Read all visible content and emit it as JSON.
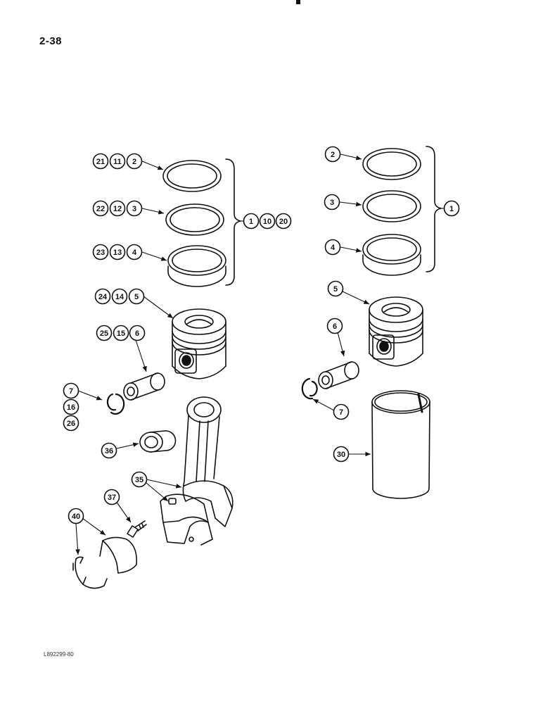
{
  "page": {
    "number": "2-38",
    "figure_code": "L892299-80"
  },
  "callouts": [
    {
      "id": "c21",
      "label": "21"
    },
    {
      "id": "c11a",
      "label": "11"
    },
    {
      "id": "c2a",
      "label": "2"
    },
    {
      "id": "c22",
      "label": "22"
    },
    {
      "id": "c12",
      "label": "12"
    },
    {
      "id": "c3a",
      "label": "3"
    },
    {
      "id": "c23",
      "label": "23"
    },
    {
      "id": "c13",
      "label": "13"
    },
    {
      "id": "c4a",
      "label": "4"
    },
    {
      "id": "c1a",
      "label": "1"
    },
    {
      "id": "c10",
      "label": "10"
    },
    {
      "id": "c20",
      "label": "20"
    },
    {
      "id": "c24",
      "label": "24"
    },
    {
      "id": "c14",
      "label": "14"
    },
    {
      "id": "c5a",
      "label": "5"
    },
    {
      "id": "c25",
      "label": "25"
    },
    {
      "id": "c15",
      "label": "15"
    },
    {
      "id": "c6a",
      "label": "6"
    },
    {
      "id": "c7a",
      "label": "7"
    },
    {
      "id": "c16",
      "label": "16"
    },
    {
      "id": "c26",
      "label": "26"
    },
    {
      "id": "c36",
      "label": "36"
    },
    {
      "id": "c35",
      "label": "35"
    },
    {
      "id": "c37",
      "label": "37"
    },
    {
      "id": "c40",
      "label": "40"
    },
    {
      "id": "c2b",
      "label": "2"
    },
    {
      "id": "c3b",
      "label": "3"
    },
    {
      "id": "c4b",
      "label": "4"
    },
    {
      "id": "c1b",
      "label": "1"
    },
    {
      "id": "c5b",
      "label": "5"
    },
    {
      "id": "c6b",
      "label": "6"
    },
    {
      "id": "c7b",
      "label": "7"
    },
    {
      "id": "c30",
      "label": "30"
    }
  ]
}
